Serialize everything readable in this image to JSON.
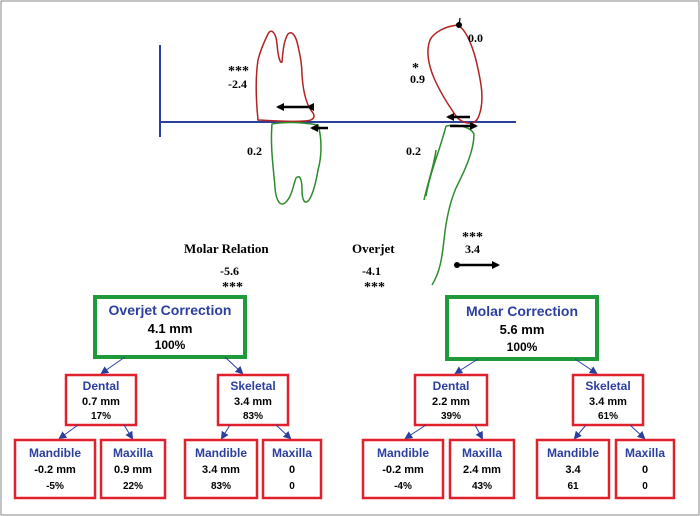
{
  "figure": {
    "colors": {
      "tooth_upper": "#b22222",
      "tooth_lower": "#2e8b2e",
      "reference_line": "#2b3f9e",
      "box_green": "#1f9a3a",
      "box_red": "#e0202b",
      "title_blue": "#2b3f9e"
    },
    "molar_tooth": {
      "upper_sig": "***",
      "upper_value": "-2.4",
      "lower_value": "0.2"
    },
    "incisor_tooth": {
      "upper_sig": "*",
      "upper_value": "0.9",
      "tip_value": "0.0",
      "lower_value": "0.2",
      "chin_sig": "***",
      "chin_value": "3.4"
    },
    "summary": {
      "molar_relation": {
        "label": "Molar Relation",
        "value": "-5.6",
        "sig": "***"
      },
      "overjet": {
        "label": "Overjet",
        "value": "-4.1",
        "sig": "***"
      }
    },
    "overjet_tree": {
      "title": "Overjet Correction",
      "amount": "4.1 mm",
      "percent": "100%",
      "dental": {
        "title": "Dental",
        "amount": "0.7 mm",
        "percent": "17%",
        "mandible": {
          "title": "Mandible",
          "amount": "-0.2 mm",
          "percent": "-5%"
        },
        "maxilla": {
          "title": "Maxilla",
          "amount": "0.9 mm",
          "percent": "22%"
        }
      },
      "skeletal": {
        "title": "Skeletal",
        "amount": "3.4 mm",
        "percent": "83%",
        "mandible": {
          "title": "Mandible",
          "amount": "3.4 mm",
          "percent": "83%"
        },
        "maxilla": {
          "title": "Maxilla",
          "amount": "0",
          "percent": "0"
        }
      }
    },
    "molar_tree": {
      "title": "Molar Correction",
      "amount": "5.6 mm",
      "percent": "100%",
      "dental": {
        "title": "Dental",
        "amount": "2.2 mm",
        "percent": "39%",
        "mandible": {
          "title": "Mandible",
          "amount": "-0.2 mm",
          "percent": "-4%"
        },
        "maxilla": {
          "title": "Maxilla",
          "amount": "2.4 mm",
          "percent": "43%"
        }
      },
      "skeletal": {
        "title": "Skeletal",
        "amount": "3.4 mm",
        "percent": "61%",
        "mandible": {
          "title": "Mandible",
          "amount": "3.4",
          "percent": "61"
        },
        "maxilla": {
          "title": "Maxilla",
          "amount": "0",
          "percent": "0"
        }
      }
    }
  }
}
